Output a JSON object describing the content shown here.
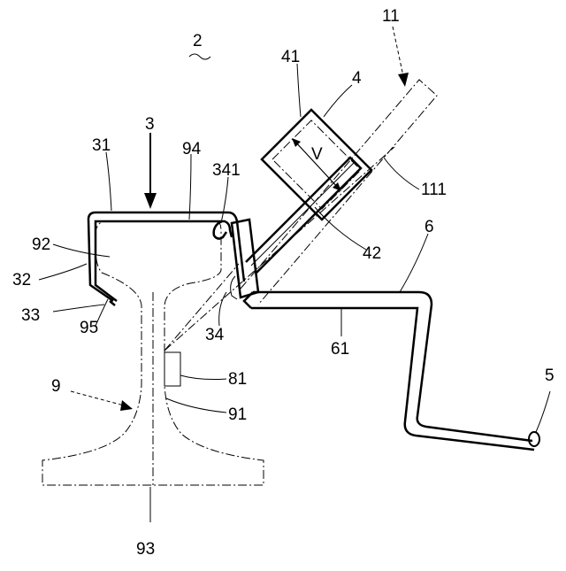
{
  "figure": {
    "figure_number": "2",
    "labels": {
      "l3": "3",
      "l31": "31",
      "l94": "94",
      "l341": "341",
      "l41": "41",
      "l4": "4",
      "l11": "11",
      "l111": "111",
      "lV": "V",
      "l42": "42",
      "l6": "6",
      "l92": "92",
      "l32": "32",
      "l33": "33",
      "l95": "95",
      "l34": "34",
      "l61": "61",
      "l81": "81",
      "l9": "9",
      "l91": "91",
      "l5": "5",
      "l93": "93"
    }
  }
}
